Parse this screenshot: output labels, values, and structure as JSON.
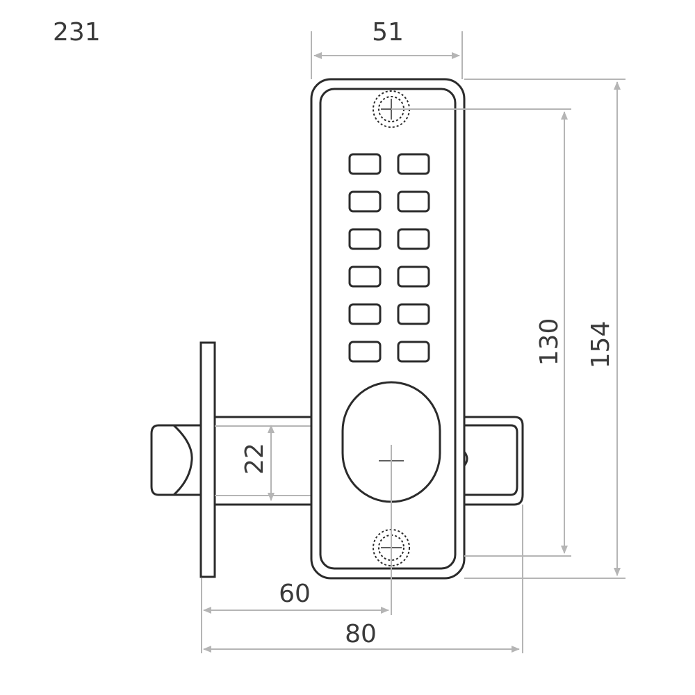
{
  "model_number": "231",
  "dimensions": {
    "width_top": "51",
    "height_inner": "130",
    "height_total": "154",
    "bolt_height": "22",
    "backset": "60",
    "overall_length": "80"
  },
  "keypad": {
    "rows": 6,
    "columns": 2
  }
}
